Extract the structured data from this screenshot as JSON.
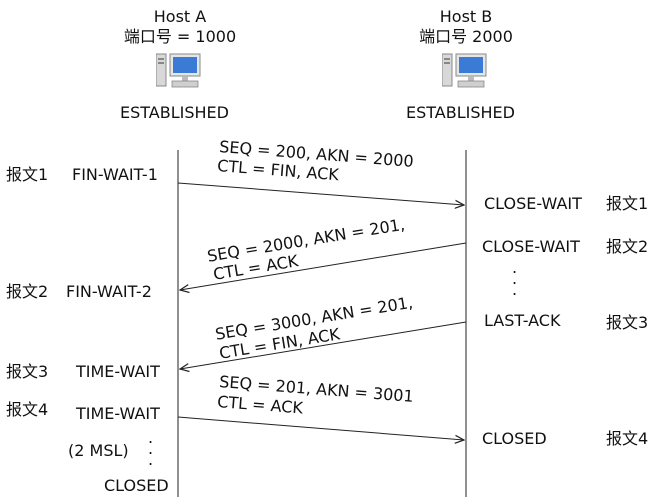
{
  "host_a": {
    "name": "Host A",
    "port": "端口号 = 1000",
    "state": "ESTABLISHED"
  },
  "host_b": {
    "name": "Host B",
    "port": "端口号 2000",
    "state": "ESTABLISHED"
  },
  "left_states": [
    {
      "msg": "报文1",
      "state": "FIN-WAIT-1"
    },
    {
      "msg": "报文2",
      "state": "FIN-WAIT-2"
    },
    {
      "msg": "报文3",
      "state": "TIME-WAIT"
    },
    {
      "msg": "报文4",
      "state": "TIME-WAIT"
    }
  ],
  "left_msl": "(2 MSL)",
  "left_closed": "CLOSED",
  "right_states": [
    {
      "state": "CLOSE-WAIT",
      "msg": "报文1"
    },
    {
      "state": "CLOSE-WAIT",
      "msg": "报文2"
    },
    {
      "state": "LAST-ACK",
      "msg": "报文3"
    },
    {
      "state": "CLOSED",
      "msg": "报文4"
    }
  ],
  "segments": [
    {
      "line1": "SEQ = 200, AKN = 2000",
      "line2": "CTL = FIN, ACK"
    },
    {
      "line1": "SEQ = 2000, AKN = 201,",
      "line2": "CTL = ACK"
    },
    {
      "line1": "SEQ = 3000, AKN = 201,",
      "line2": "CTL = FIN, ACK"
    },
    {
      "line1": "SEQ = 201, AKN = 3001",
      "line2": "CTL = ACK"
    }
  ],
  "colors": {
    "line": "#222222",
    "text": "#111111",
    "monitor": "#3a7bd5"
  }
}
